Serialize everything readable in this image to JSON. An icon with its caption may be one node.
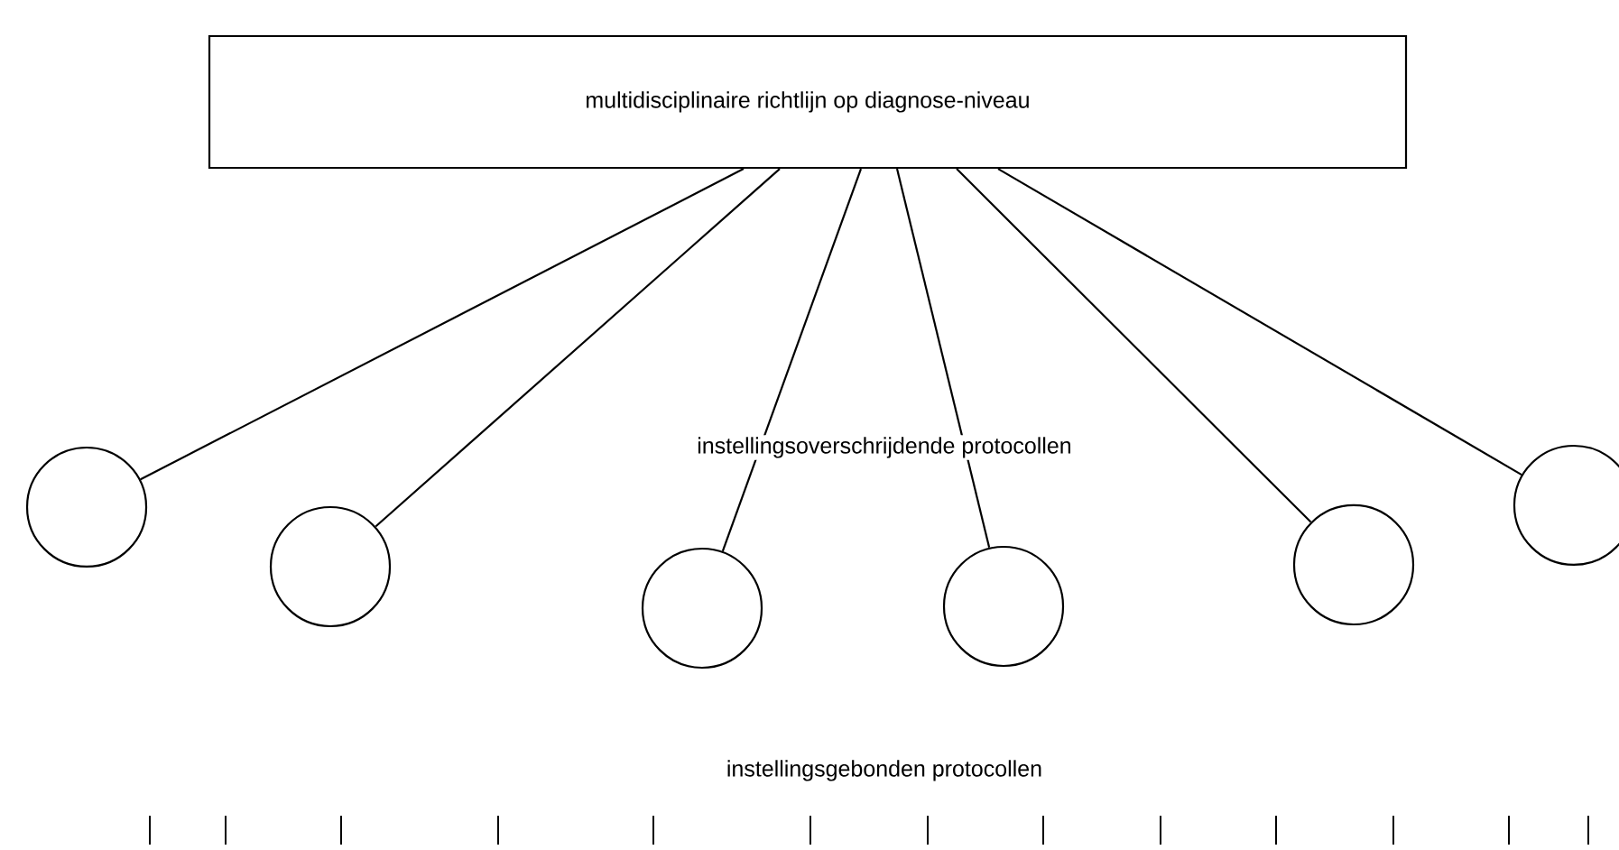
{
  "diagram": {
    "nodes": [
      {
        "text": [
          "multidisciplinaire richtlijn op diagnose-niveau"
        ]
      },
      {
        "text": [],
        "shape": "circle"
      },
      {
        "text": [],
        "shape": "circle"
      },
      {
        "text": [],
        "shape": "circle"
      },
      {
        "text": [],
        "shape": "circle"
      },
      {
        "text": [],
        "shape": "circle"
      },
      {
        "text": [],
        "shape": "circle"
      }
    ],
    "edges": [
      {
        "from": 0,
        "to": 1,
        "arrow": "none"
      },
      {
        "from": 0,
        "to": 2,
        "arrow": "none"
      },
      {
        "from": 0,
        "to": 3,
        "arrow": "none"
      },
      {
        "from": 0,
        "to": 4,
        "arrow": "none"
      },
      {
        "from": 0,
        "to": 5,
        "arrow": "none"
      },
      {
        "from": 0,
        "to": 6,
        "arrow": "none"
      }
    ],
    "labels": [
      "instellingsoverschrijdende protocollen",
      "instellingsgebonden protocollen"
    ]
  }
}
